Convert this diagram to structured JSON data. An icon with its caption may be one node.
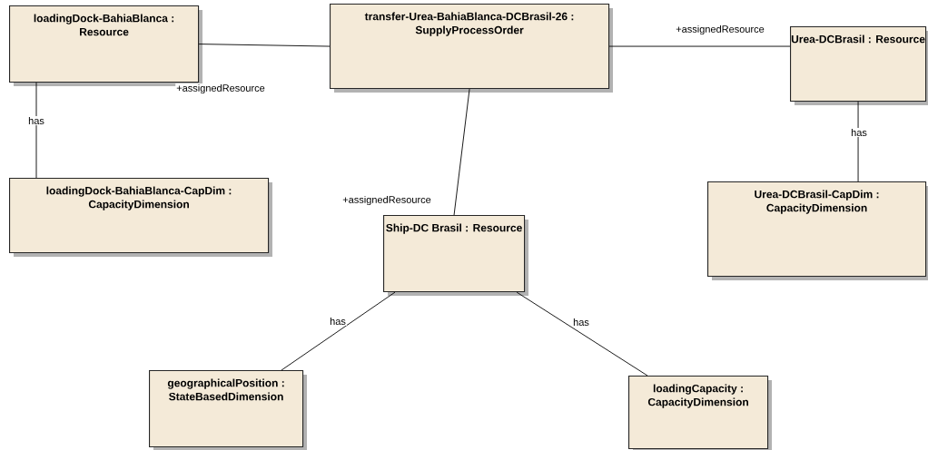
{
  "diagram": {
    "nodes": [
      {
        "text": [
          "loadingDock-BahiaBlanca : Resource"
        ]
      },
      {
        "text": [
          "transfer-Urea-BahiaBlanca-DCBrasil-26 : SupplyProcessOrder"
        ]
      },
      {
        "text": [
          "Urea-DCBrasil : Resource"
        ]
      },
      {
        "text": [
          "loadingDock-BahiaBlanca-CapDim : CapacityDimension"
        ]
      },
      {
        "text": [
          "Urea-DCBrasil-CapDim : CapacityDimension"
        ]
      },
      {
        "text": [
          "Ship-DC Brasil : Resource"
        ]
      },
      {
        "text": [
          "geographicalPosition : StateBasedDimension"
        ]
      },
      {
        "text": [
          "loadingCapacity : CapacityDimension"
        ]
      }
    ],
    "edges": [
      {
        "from": 0,
        "to": 1,
        "arrow": "none",
        "label": "+assignedResource"
      },
      {
        "from": 1,
        "to": 2,
        "arrow": "none",
        "label": "+assignedResource"
      },
      {
        "from": 1,
        "to": 5,
        "arrow": "none",
        "label": "+assignedResource"
      },
      {
        "from": 0,
        "to": 3,
        "arrow": "none",
        "label": "has"
      },
      {
        "from": 2,
        "to": 4,
        "arrow": "none",
        "label": "has"
      },
      {
        "from": 5,
        "to": 6,
        "arrow": "none",
        "label": "has"
      },
      {
        "from": 5,
        "to": 7,
        "arrow": "none",
        "label": "has"
      }
    ]
  }
}
